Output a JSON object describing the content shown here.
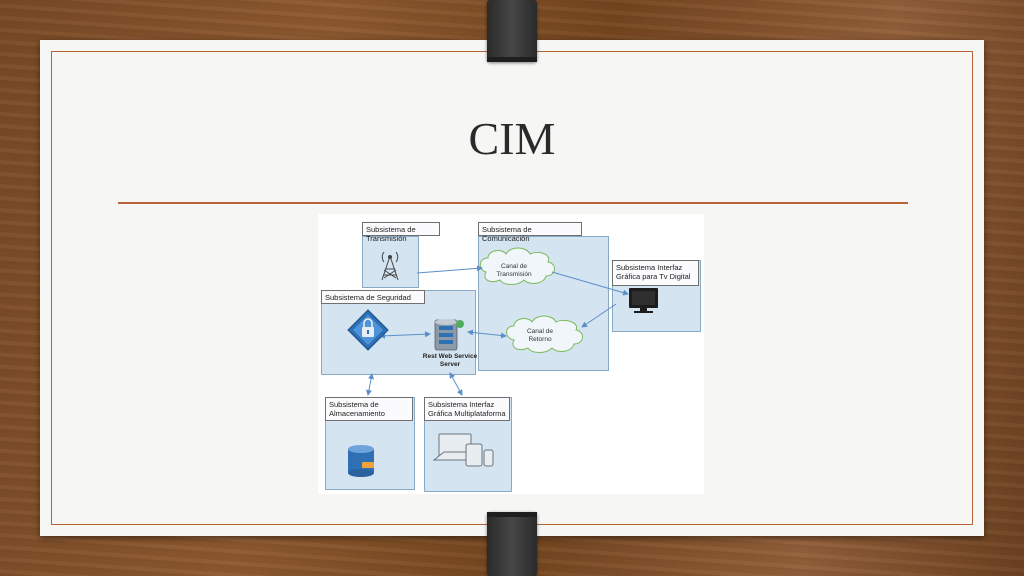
{
  "slide": {
    "title": "CIM"
  },
  "diagram": {
    "transmission": {
      "header": "Subsistema de Transmisión",
      "icon": "antenna-tower-icon"
    },
    "communication": {
      "header": "Subsistema de Comunicación",
      "channel_tx": "Canal de Transmisión",
      "channel_return": "Canal de Retorno"
    },
    "tv_interface": {
      "header": "Subsistema Interfaz Gráfica para Tv Digital",
      "icon": "monitor-icon"
    },
    "security": {
      "header": "Subsistema de Seguridad",
      "icon": "lock-shield-icon",
      "server_label": "Rest Web Service Server"
    },
    "storage": {
      "header": "Subsistema de Almacenamiento",
      "icon": "database-icon"
    },
    "multiplatform": {
      "header": "Subsistema Interfaz Gráfica Multiplataforma",
      "icon": "multi-device-icon"
    },
    "colors": {
      "box_fill": "#d5e4f1",
      "arrow": "#5b8fc9",
      "cloud_stroke": "#7dba5a"
    }
  }
}
